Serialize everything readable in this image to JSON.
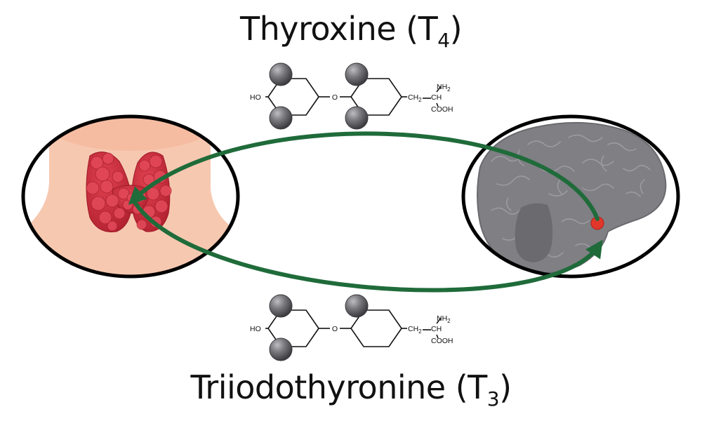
{
  "titles": {
    "top": {
      "name": "Thyroxine",
      "open": " (T",
      "sub": "4",
      "close": ")"
    },
    "bottom": {
      "name": "Triiodothyronine",
      "open": " (T",
      "sub": "3",
      "close": ")"
    }
  },
  "molecule_labels": {
    "ho": "HO",
    "o": "O",
    "ch2": "CH",
    "ch2_sub": "2",
    "ch": "CH",
    "nh2": "NH",
    "nh2_sub": "2",
    "cooh": "COOH"
  },
  "molecules": {
    "thyroxine": {
      "iodine_atoms": 4
    },
    "triiodothyronine": {
      "iodine_atoms": 3
    }
  },
  "colors": {
    "arrow": "#1f6b3a",
    "thyroid": "#cc2a3a",
    "skin": "#f7c8b0",
    "brain": "#7d7d82",
    "iodine": "#6e6e72",
    "hypothalamus": "#e0372a"
  },
  "icons": {
    "left": "thyroid-gland-icon",
    "right": "brain-icon"
  }
}
